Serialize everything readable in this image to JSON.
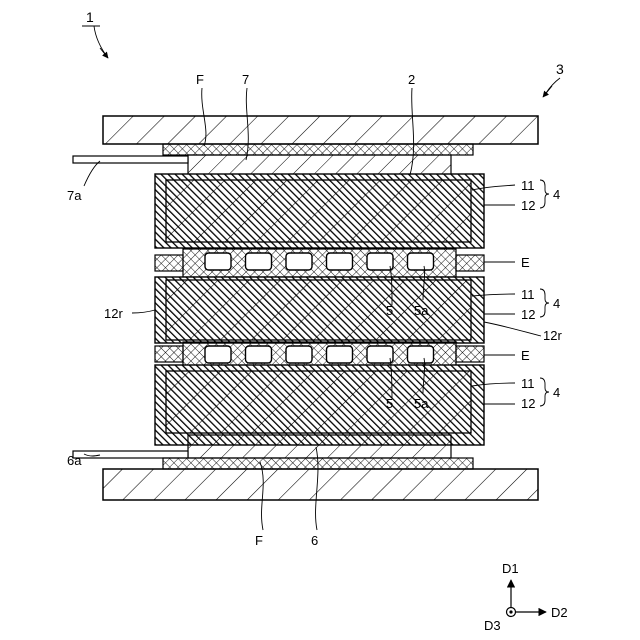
{
  "figure": {
    "ref_1": "1",
    "ref_2": "2",
    "ref_3": "3",
    "ref_7": "7",
    "ref_7a": "7a",
    "ref_F_top": "F",
    "ref_F_bottom": "F",
    "ref_6": "6",
    "ref_6a": "6a",
    "ref_11_a": "11",
    "ref_12_a": "12",
    "ref_4_a": "4",
    "ref_11_b": "11",
    "ref_12_b": "12",
    "ref_4_b": "4",
    "ref_11_c": "11",
    "ref_12_c": "12",
    "ref_4_c": "4",
    "ref_E_a": "E",
    "ref_E_b": "E",
    "ref_12r_left": "12r",
    "ref_12r_right": "12r",
    "ref_5_a": "5",
    "ref_5a_a": "5a",
    "ref_5_b": "5",
    "ref_5a_b": "5a"
  },
  "axes": {
    "d1": "D1",
    "d2": "D2",
    "d3": "D3"
  }
}
